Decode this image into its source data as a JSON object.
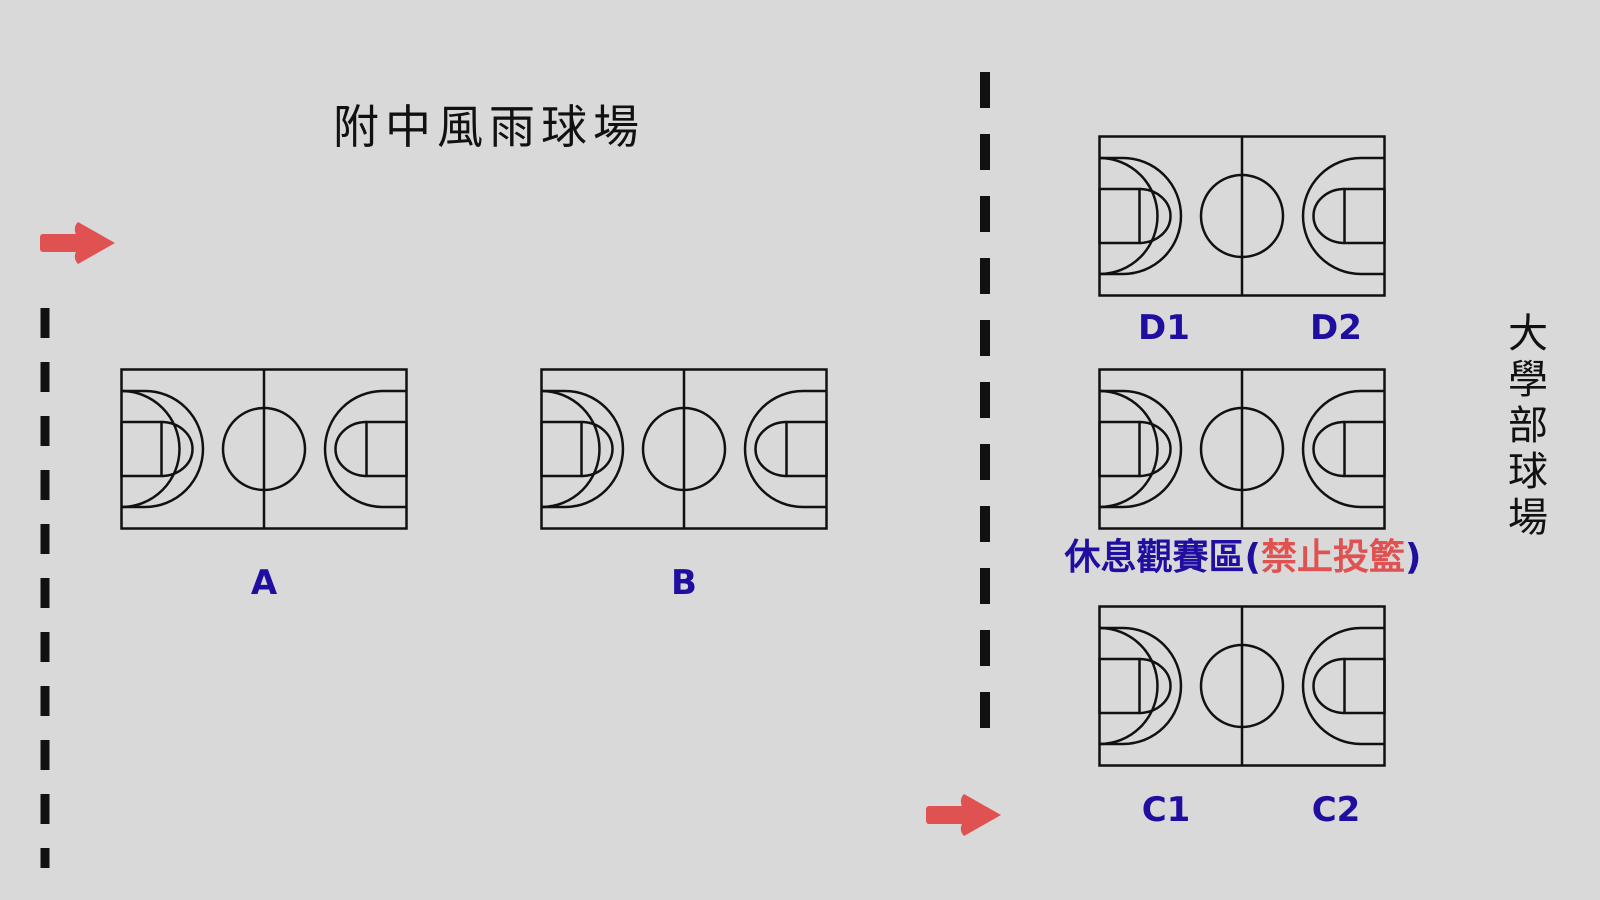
{
  "titles": {
    "main": "附中風雨球場",
    "side": "大學部球場"
  },
  "courts": {
    "A": "A",
    "B": "B",
    "D1": "D1",
    "D2": "D2",
    "C1": "C1",
    "C2": "C2"
  },
  "rest_area": {
    "open": "休息觀賽區(",
    "warning": "禁止投籃",
    "close": ")"
  },
  "colors": {
    "background": "#d9d9d9",
    "label": "#1f0ea0",
    "arrow": "#e05252",
    "line": "#111111"
  },
  "icons": [
    "entrance-arrow-icon",
    "dashed-boundary"
  ]
}
